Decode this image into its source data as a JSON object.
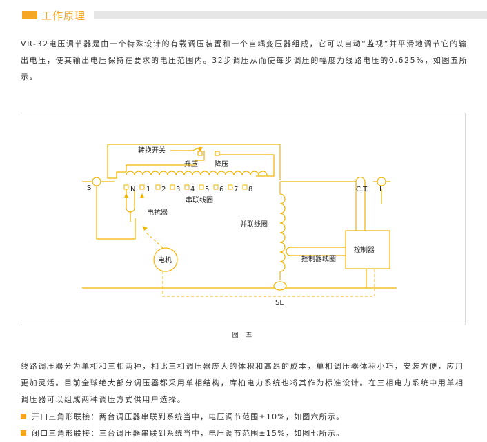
{
  "section": {
    "title": "工作原理",
    "accent": "#f5a623"
  },
  "intro": "VR-32电压调节器是由一个特殊设计的有载调压装置和一个自耦变压器组成，它可以自动“监视”并平滑地调节它的输出电压，使其输出电压保持在要求的电压范围内。32步调压从而使每步调压的幅度为线路电压的0.625%，如图五所示。",
  "diagram": {
    "switch_label": "转换开关",
    "raise_label": "升压",
    "lower_label": "降压",
    "tap_labels": [
      "N",
      "1",
      "2",
      "3",
      "4",
      "5",
      "6",
      "7",
      "8"
    ],
    "series_coil_label": "串联线圈",
    "reactor_label": "电抗器",
    "shunt_coil_label": "并联线圈",
    "motor_label": "电机",
    "control_coil_label": "控制器线圈",
    "controller_label": "控制器",
    "ct_label": "C.T.",
    "l_label": "L",
    "s_label": "S",
    "sl_label": "SL",
    "line_color": "#f0b400"
  },
  "figure_caption": "图 五",
  "body": "线路调压器分为单相和三相两种，相比三相调压器庞大的体积和高昂的成本，单相调压器体积小巧，安装方便，应用更加灵活。目前全球绝大部分调压器都采用单相结构，库柏电力系统也将其作为标准设计。在三相电力系统中用单相调压器可以组成两种调压方式供用户选择。",
  "bullets": [
    "开口三角形联接：两台调压器串联到系统当中，电压调节范围±10%，如图六所示。",
    "闭口三角形联接：三台调压器串联到系统当中，电压调节范围±15%，如图七所示。"
  ]
}
